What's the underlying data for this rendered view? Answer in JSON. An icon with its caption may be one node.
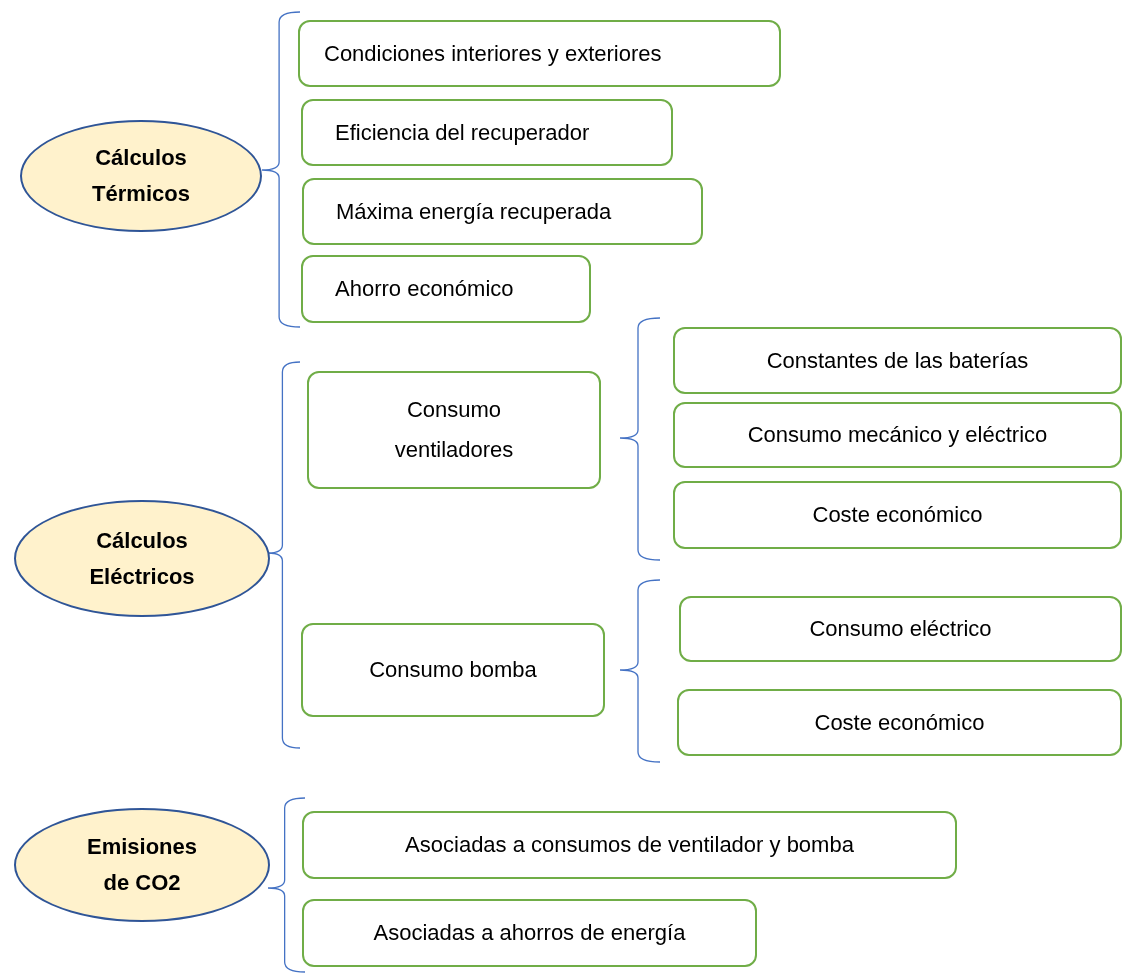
{
  "diagram": {
    "nodes": [
      {
        "text": [
          "Cálculos Térmicos"
        ]
      },
      {
        "text": [
          "Condiciones interiores y exteriores"
        ]
      },
      {
        "text": [
          "Eficiencia del recuperador"
        ]
      },
      {
        "text": [
          "Máxima energía recuperada"
        ]
      },
      {
        "text": [
          "Ahorro económico"
        ]
      },
      {
        "text": [
          "Cálculos Eléctricos"
        ]
      },
      {
        "text": [
          "Consumo ventiladores"
        ]
      },
      {
        "text": [
          "Constantes de las baterías"
        ]
      },
      {
        "text": [
          "Consumo mecánico y eléctrico"
        ]
      },
      {
        "text": [
          "Coste económico"
        ]
      },
      {
        "text": [
          "Consumo bomba"
        ]
      },
      {
        "text": [
          "Consumo eléctrico"
        ]
      },
      {
        "text": [
          "Coste económico"
        ]
      },
      {
        "text": [
          "Emisiones de CO2"
        ]
      },
      {
        "text": [
          "Asociadas a consumos de ventilador y bomba"
        ]
      },
      {
        "text": [
          "Asociadas a ahorros de energía"
        ]
      }
    ]
  }
}
